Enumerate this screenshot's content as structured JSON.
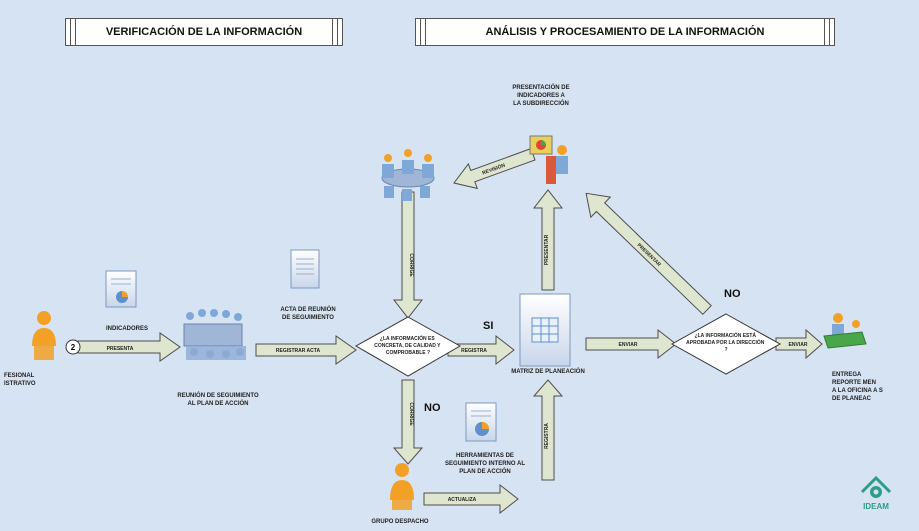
{
  "headers": {
    "verificacion": "VERIFICACIÓN DE LA INFORMACIÓN",
    "analisis": "ANÁLISIS Y PROCESAMIENTO DE LA INFORMACIÓN"
  },
  "nodes": {
    "profesional": "FESIONAL\nISTRATIVO",
    "indicadores": "INDICADORES",
    "reunion": "REUNIÓN DE SEGUIMIENTO\nAL PLAN DE ACCIÓN",
    "acta": "ACTA DE REUNIÓN\nDE SEGUIMIENTO",
    "decision1": "¿LA INFORMACIÓN ES\nCONCRETA, DE CALIDAD Y\nCOMPROBABLE ?",
    "matriz": "MATRIZ DE PLANEACIÓN",
    "presentacion": "PRESENTACIÓN DE\nINDICADORES A\nLA SUBDIRECCIÓN",
    "decision2": "¿LA INFORMACIÓN ESTÁ\nAPROBADA POR LA DIRECCIÓN\n?",
    "entrega": "ENTREGA\nREPORTE MEN\nA LA OFICINA A S\nDE PLANEAC",
    "herramientas": "HERRAMIENTAS DE\nSEGUIMIENTO INTERNO AL\nPLAN DE ACCIÓN",
    "grupo": "GRUPO DESPACHO",
    "logo": "IDEAM"
  },
  "badge": "2",
  "answers": {
    "si": "SI",
    "no_bottom": "NO",
    "no_top": "NO"
  },
  "arrows": {
    "presenta": "PRESENTA",
    "registrar_acta": "REGISTRAR ACTA",
    "registra": "REGISTRA",
    "enviar1": "ENVIAR",
    "enviar2": "ENVIAR",
    "presentar1": "PRESENTAR",
    "presentar2": "PRESENTAR",
    "revision": "REVISIÓN",
    "corrige_top": "CORRIGE",
    "corrige_bottom": "CORRIGE",
    "actualiza": "ACTUALIZA",
    "registra_up": "REGISTRA"
  },
  "colors": {
    "background": "#d6e3f3",
    "arrow_fill": "#dfe6cf",
    "arrow_stroke": "#4d4d4d",
    "person": "#f2a126",
    "chair": "#7fa7d8",
    "logo": "#2f9c87"
  }
}
